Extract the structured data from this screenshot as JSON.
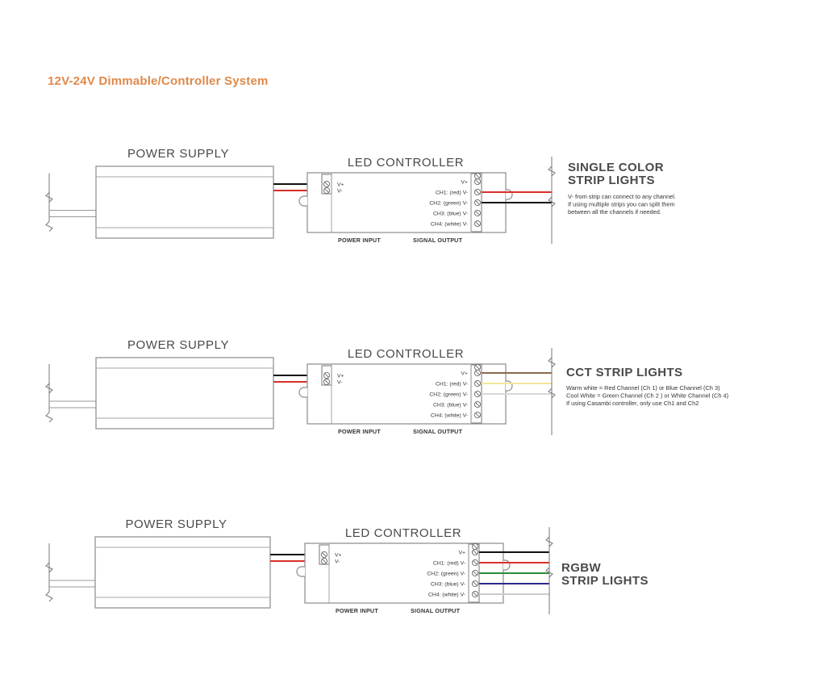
{
  "title": "12V-24V Dimmable/Controller System",
  "labels": {
    "power_supply": "POWER SUPPLY",
    "led_controller": "LED CONTROLLER",
    "power_input": "POWER INPUT",
    "signal_output": "SIGNAL OUTPUT",
    "v_plus": "V+",
    "v_minus": "V-",
    "ch1": "CH1: (red) V-",
    "ch2": "CH2: (green) V-",
    "ch3": "CH3: (blue) V-",
    "ch4": "CH4: (white) V-"
  },
  "diagrams": [
    {
      "strip_title": [
        "SINGLE COLOR",
        "STRIP LIGHTS"
      ],
      "notes": [
        "V- from strip can connect to any channel.",
        "If using multiple strips you can split them",
        "between all the channels if needed."
      ],
      "output_wires": [
        {
          "terminal": "ch1",
          "color": "#d9302a"
        },
        {
          "terminal": "ch2",
          "color": "#111111"
        }
      ]
    },
    {
      "strip_title": [
        "CCT STRIP LIGHTS"
      ],
      "notes": [
        "Warm white = Red Channel (Ch 1) or Blue Channel (Ch 3)",
        "Cool White = Green Channel (Ch 2 ) or White Channel (Ch 4)",
        "If using Casambi controller, only use Ch1 and Ch2"
      ],
      "output_wires": [
        {
          "terminal": "vplus",
          "color": "#8a6a4a"
        },
        {
          "terminal": "ch1",
          "color": "#f3e69a"
        },
        {
          "terminal": "ch2",
          "color": "#d8d8d8"
        }
      ]
    },
    {
      "strip_title": [
        "RGBW",
        "STRIP LIGHTS"
      ],
      "notes": [],
      "output_wires": [
        {
          "terminal": "vplus",
          "color": "#111111"
        },
        {
          "terminal": "ch1",
          "color": "#d9302a"
        },
        {
          "terminal": "ch2",
          "color": "#2e8b3a"
        },
        {
          "terminal": "ch3",
          "color": "#2a2a8c"
        },
        {
          "terminal": "ch4",
          "color": "#cccccc"
        }
      ]
    }
  ],
  "colors": {
    "title": "#e0894a",
    "input_pos": "#111111",
    "input_neg": "#d9302a",
    "outline": "#8a8a8a"
  }
}
